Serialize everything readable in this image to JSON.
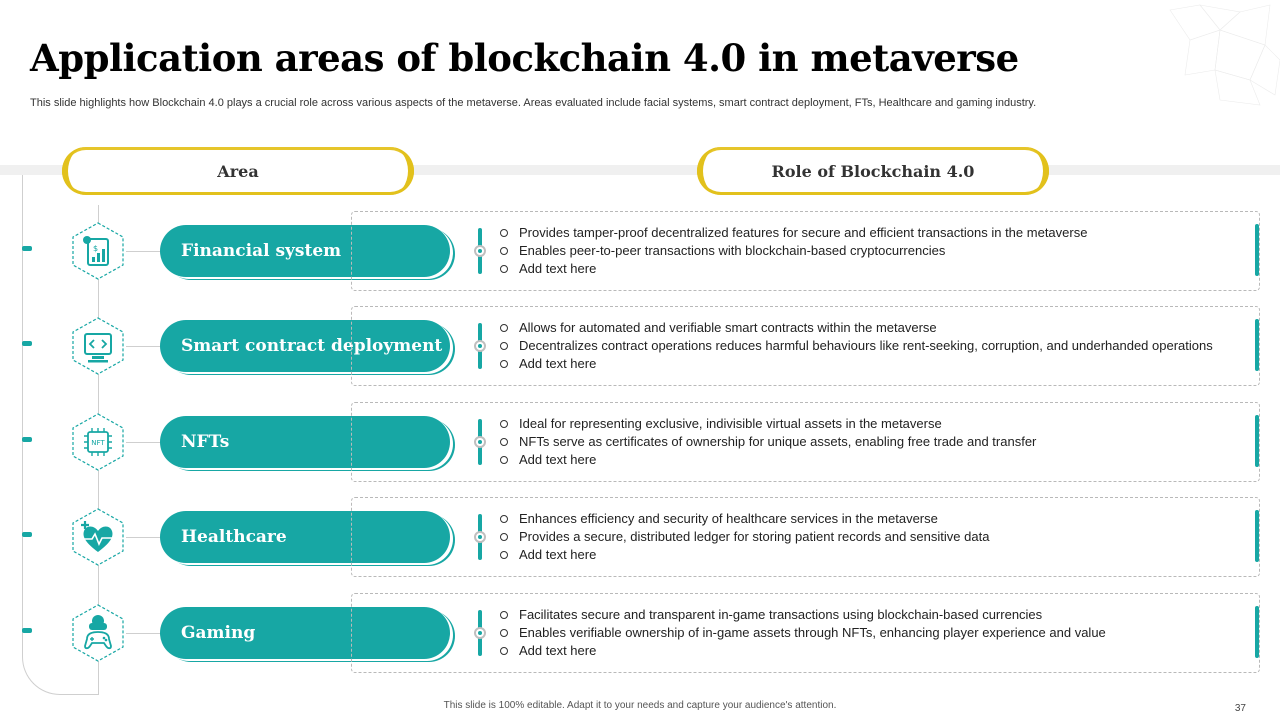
{
  "slide": {
    "title": "Application areas of blockchain 4.0 in metaverse",
    "subtitle": "This slide highlights how Blockchain 4.0 plays a crucial role across various aspects of the metaverse. Areas evaluated include facial systems, smart contract deployment, FTs, Healthcare and gaming industry.",
    "footer": "This slide is 100% editable. Adapt it to your needs and capture your audience's attention.",
    "page_number": "37"
  },
  "headers": {
    "area": "Area",
    "role": "Role of Blockchain 4.0"
  },
  "colors": {
    "teal": "#17a7a4",
    "gold": "#e2c11c"
  },
  "rows": [
    {
      "area": "Financial system",
      "icon": "finance-icon",
      "bullets": [
        "Provides tamper-proof decentralized features for secure and efficient transactions in the metaverse",
        "Enables peer-to-peer transactions with blockchain-based cryptocurrencies",
        "Add text here"
      ]
    },
    {
      "area": "Smart contract deployment",
      "icon": "smart-contract-icon",
      "bullets": [
        "Allows for automated and verifiable smart contracts within the metaverse",
        "Decentralizes contract operations reduces harmful behaviours like rent-seeking, corruption, and underhanded operations",
        "Add text here"
      ]
    },
    {
      "area": "NFTs",
      "icon": "nft-chip-icon",
      "icon_text": "NFT",
      "bullets": [
        "Ideal for representing exclusive, indivisible virtual assets in the metaverse",
        "NFTs serve as certificates of ownership for unique assets, enabling free trade and transfer",
        "Add text here"
      ]
    },
    {
      "area": "Healthcare",
      "icon": "heart-pulse-icon",
      "bullets": [
        "Enhances efficiency and security of healthcare services in the metaverse",
        "Provides a secure, distributed ledger for storing patient records and sensitive data",
        "Add text here"
      ]
    },
    {
      "area": "Gaming",
      "icon": "vr-gamepad-icon",
      "bullets": [
        "Facilitates secure and transparent in-game transactions using blockchain-based currencies",
        "Enables verifiable ownership of in-game assets through NFTs, enhancing player experience and value",
        "Add text here"
      ]
    }
  ]
}
